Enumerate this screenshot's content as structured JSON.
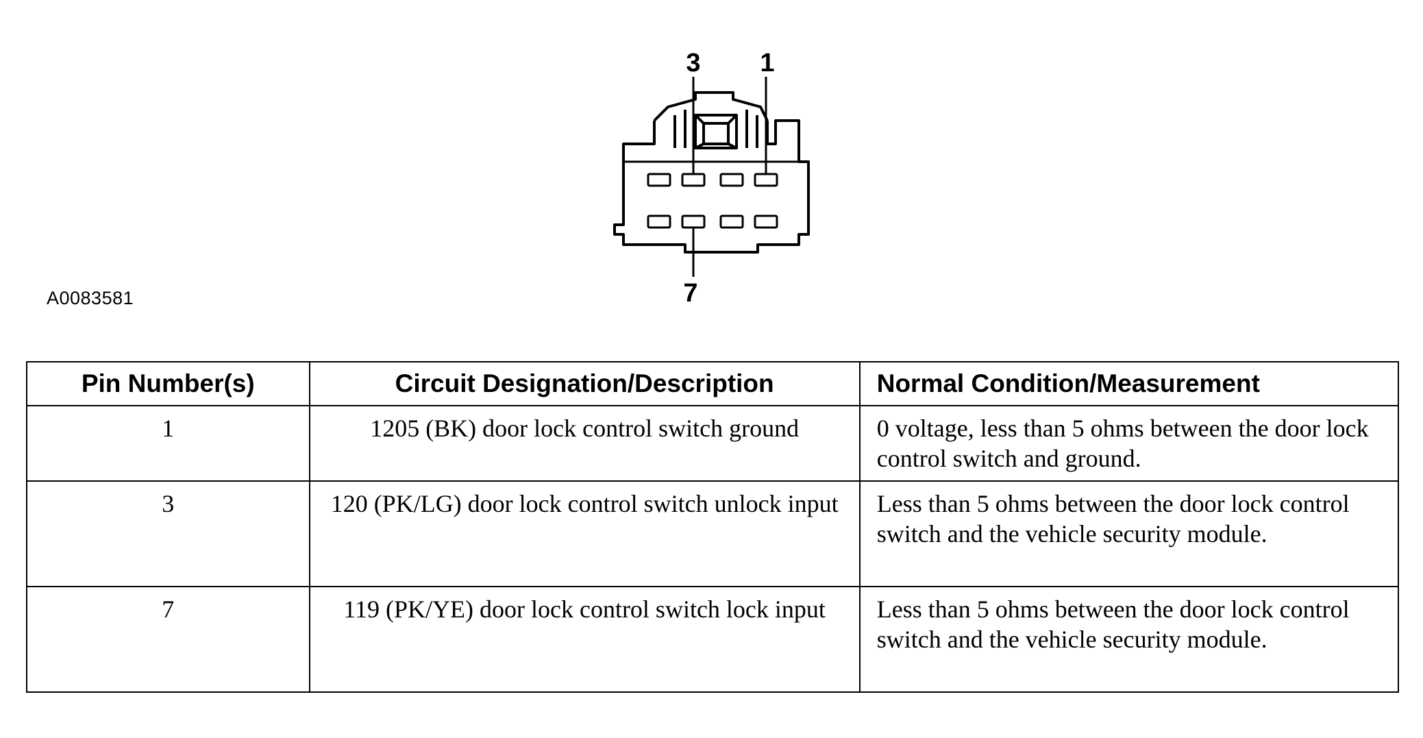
{
  "diagram": {
    "figure_id": "A0083581",
    "callouts": [
      {
        "pin": "3"
      },
      {
        "pin": "1"
      },
      {
        "pin": "7"
      }
    ]
  },
  "table": {
    "headers": {
      "pin": "Pin Number(s)",
      "circuit": "Circuit Designation/Description",
      "condition": "Normal Condition/Measurement"
    },
    "rows": [
      {
        "pin": "1",
        "circuit": "1205 (BK) door lock control switch ground",
        "condition": "0 voltage, less than 5 ohms between the door lock control switch and ground."
      },
      {
        "pin": "3",
        "circuit": "120 (PK/LG) door lock control switch unlock input",
        "condition": "Less than 5 ohms between the door lock control switch and the vehicle security module."
      },
      {
        "pin": "7",
        "circuit": "119 (PK/YE) door lock control switch lock input",
        "condition": "Less than 5 ohms between the door lock control switch and the vehicle security module."
      }
    ]
  }
}
